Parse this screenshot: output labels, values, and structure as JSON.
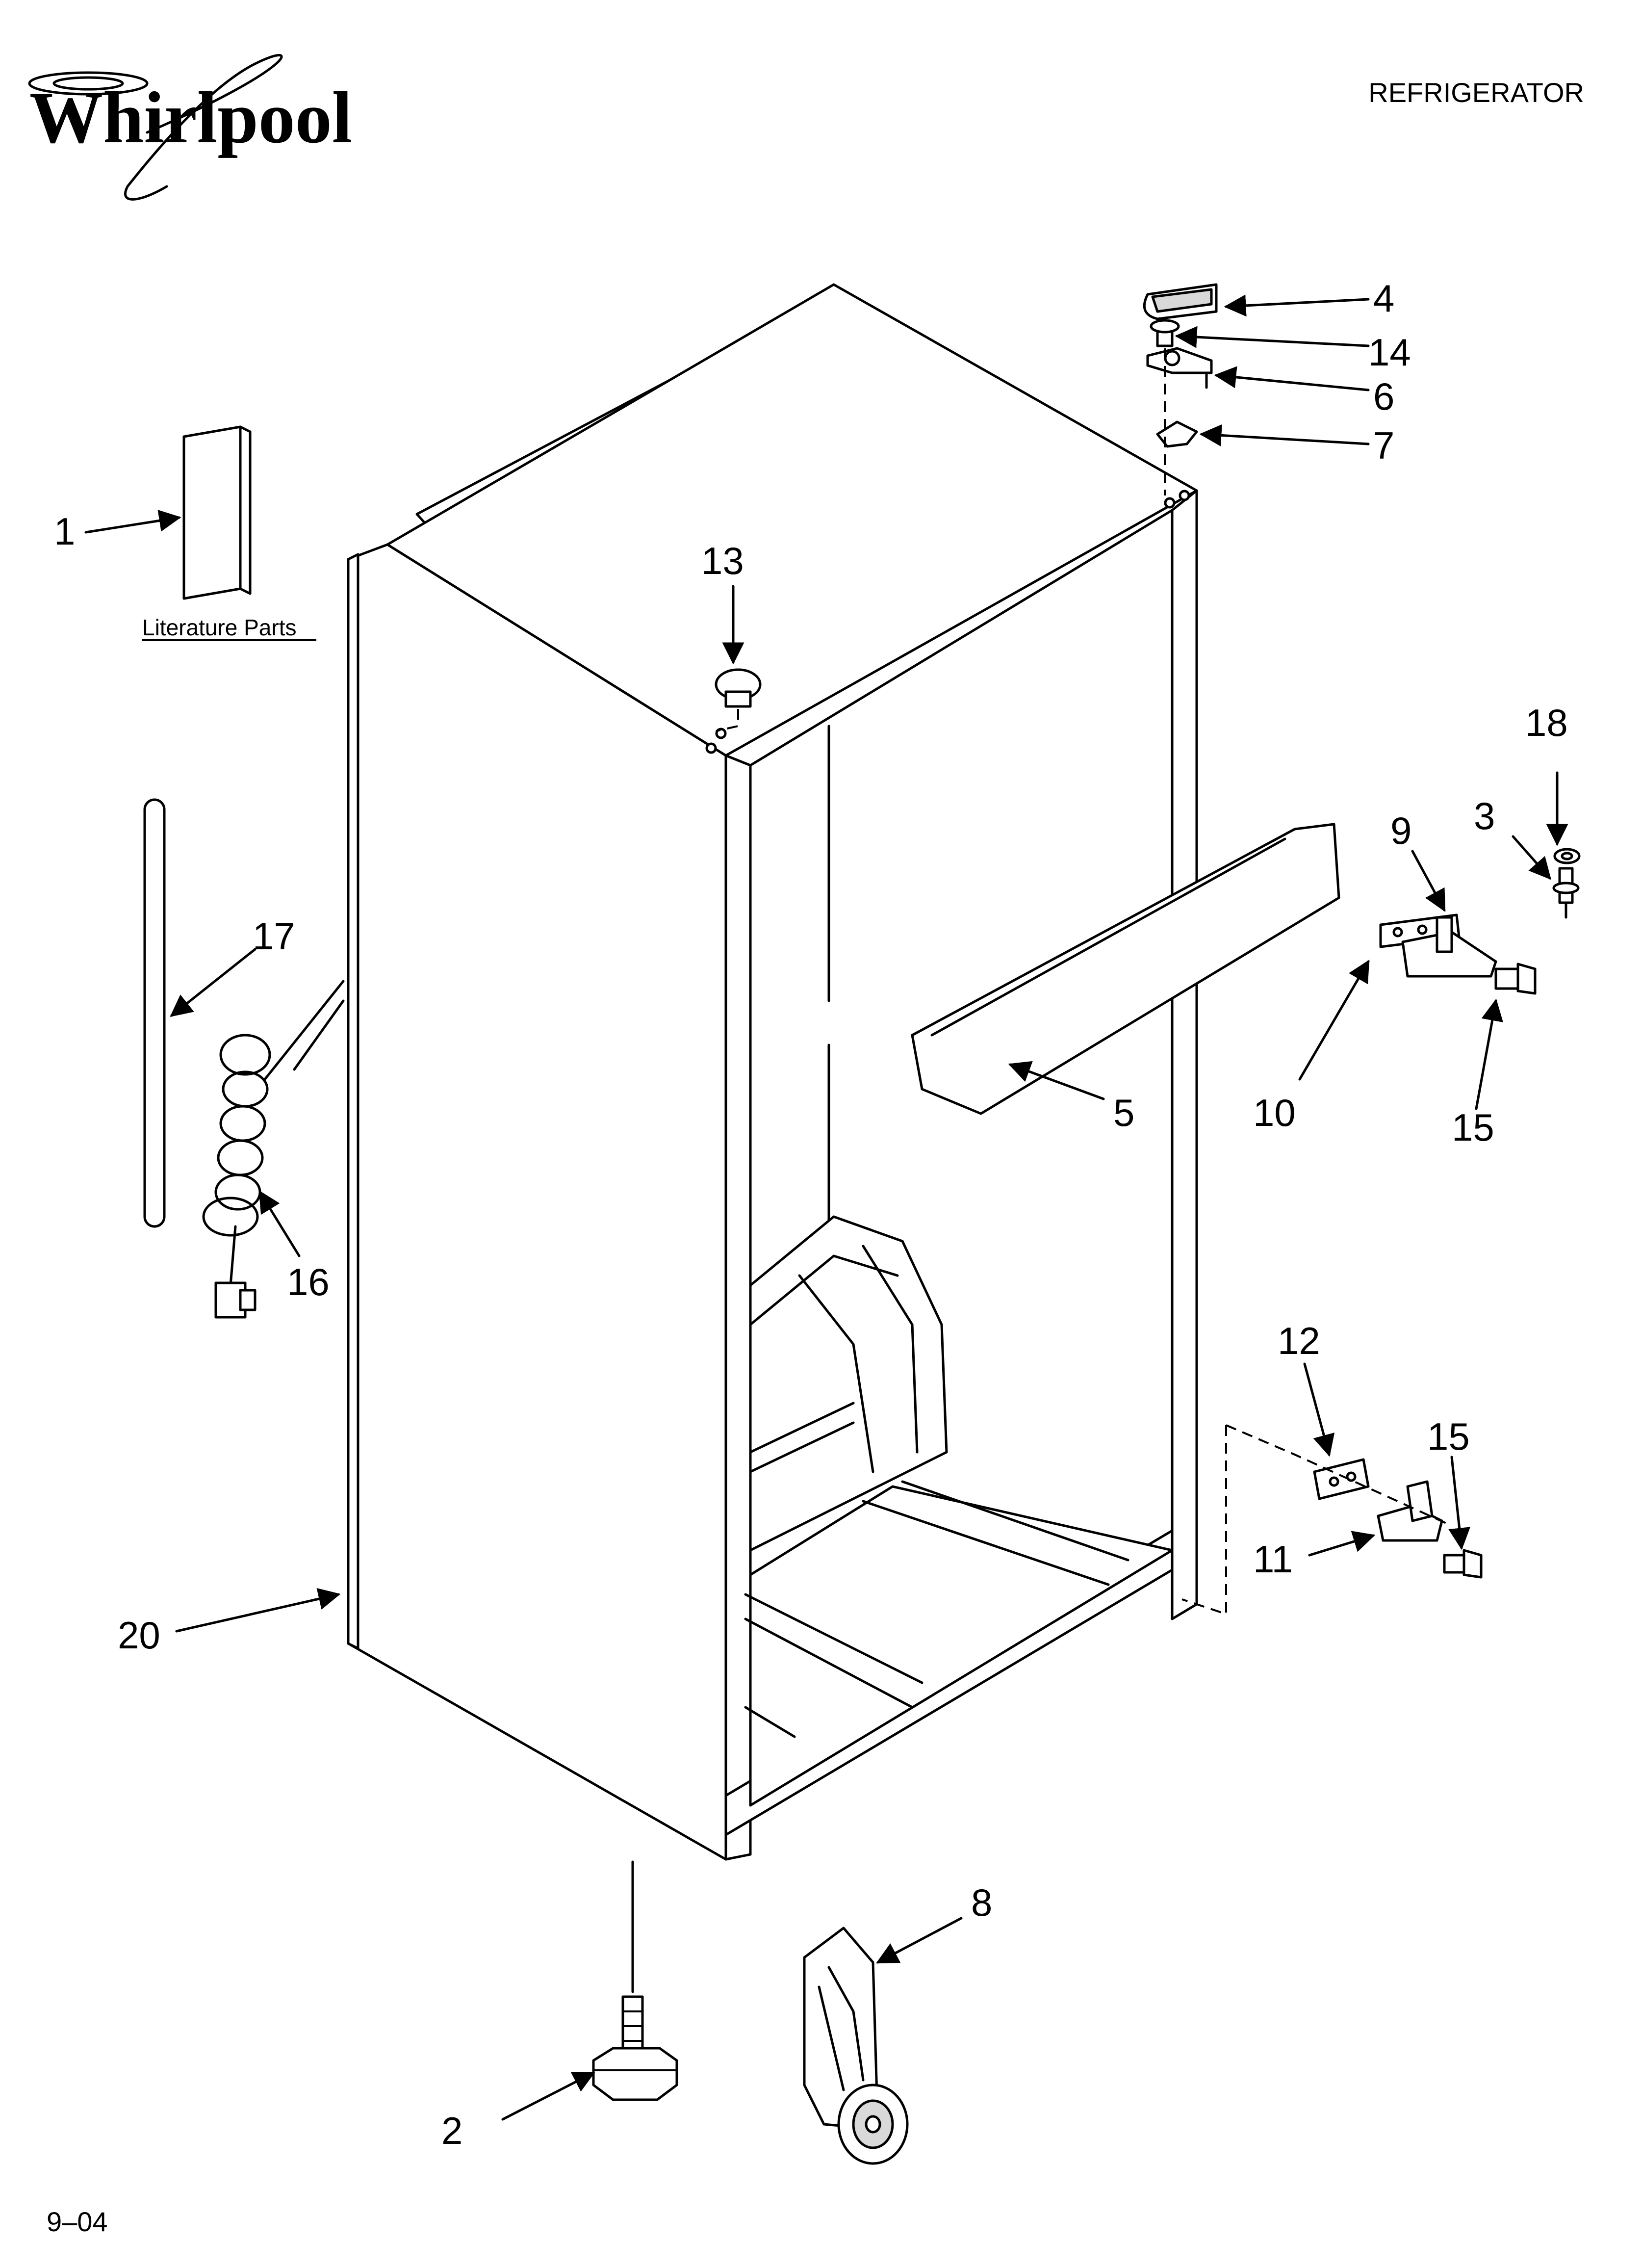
{
  "header": {
    "brand": "Whirlpool",
    "title": "REFRIGERATOR"
  },
  "footer": {
    "date_code": "9–04"
  },
  "captions": {
    "literature": "Literature Parts"
  },
  "callouts": [
    {
      "id": "c1",
      "label": "1"
    },
    {
      "id": "c2",
      "label": "2"
    },
    {
      "id": "c3",
      "label": "3"
    },
    {
      "id": "c4",
      "label": "4"
    },
    {
      "id": "c5",
      "label": "5"
    },
    {
      "id": "c6",
      "label": "6"
    },
    {
      "id": "c7",
      "label": "7"
    },
    {
      "id": "c8",
      "label": "8"
    },
    {
      "id": "c9",
      "label": "9"
    },
    {
      "id": "c10",
      "label": "10"
    },
    {
      "id": "c11",
      "label": "11"
    },
    {
      "id": "c12",
      "label": "12"
    },
    {
      "id": "c13",
      "label": "13"
    },
    {
      "id": "c14",
      "label": "14"
    },
    {
      "id": "c15a",
      "label": "15"
    },
    {
      "id": "c15b",
      "label": "15"
    },
    {
      "id": "c16",
      "label": "16"
    },
    {
      "id": "c17",
      "label": "17"
    },
    {
      "id": "c18",
      "label": "18"
    },
    {
      "id": "c20",
      "label": "20"
    }
  ]
}
